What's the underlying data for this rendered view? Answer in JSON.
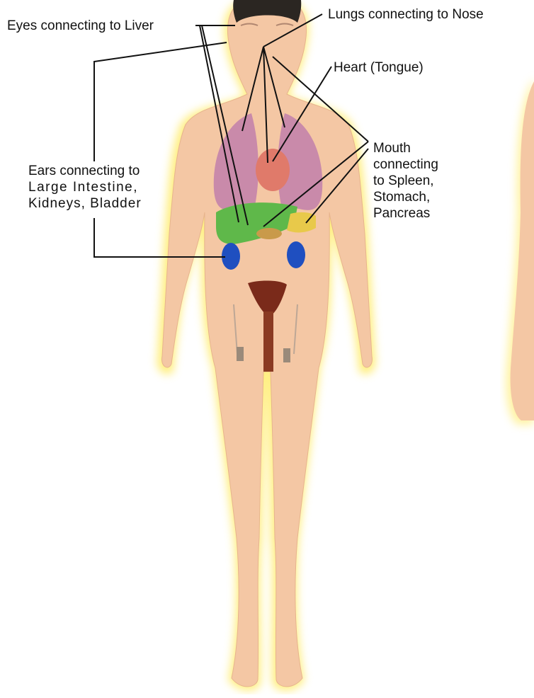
{
  "labels": {
    "eyes": "Eyes connecting to Liver",
    "lungs": "Lungs connecting to Nose",
    "heart": "Heart (Tongue)",
    "ears": [
      "Ears connecting to",
      "Large Intestine,",
      "Kidneys, Bladder"
    ],
    "mouth": [
      "Mouth",
      "connecting",
      "to Spleen,",
      "Stomach,",
      "Pancreas"
    ]
  },
  "colors": {
    "skin": "#f4c7a4",
    "glow": "#ffe95a",
    "lungs": "#c98aaa",
    "heart": "#e07a6a",
    "liver": "#5fb84a",
    "spleen": "#e8c94a",
    "kidneys": "#1f4fc0",
    "bladder": "#7a2a1a",
    "leader_line": "#111111"
  }
}
